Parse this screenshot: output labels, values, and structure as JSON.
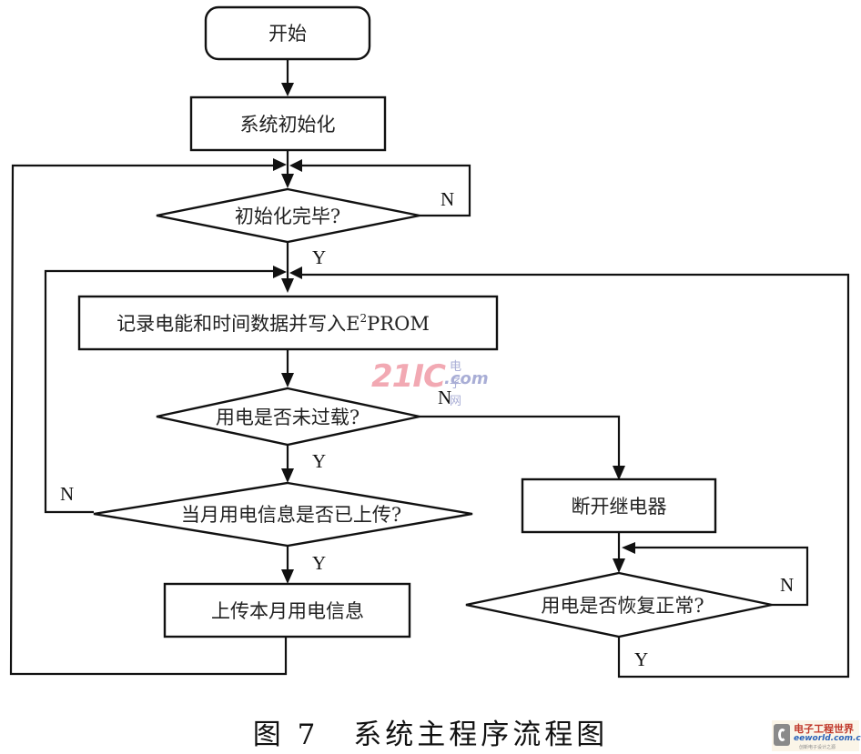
{
  "nodes": {
    "start": "开始",
    "init": "系统初始化",
    "init_done": "初始化完毕?",
    "record": "记录电能和时间数据并写入E",
    "record_sup": "2",
    "record_tail": "PROM",
    "not_overload": "用电是否未过载?",
    "uploaded": "当月用电信息是否已上传?",
    "upload": "上传本月用电信息",
    "relay_off": "断开继电器",
    "recovered": "用电是否恢复正常?"
  },
  "labels": {
    "yes": "Y",
    "no": "N"
  },
  "caption": {
    "figure": "图 7",
    "title": "系统主程序流程图"
  },
  "watermarks": {
    "site21ic_num": "21IC",
    "site21ic_cn": "电子网",
    "site21ic_domain": ".com",
    "eeworld_cn": "电子工程世界",
    "eeworld_domain": "eeworld.com.cn",
    "eeworld_slogan": "创新电子设计之源"
  }
}
